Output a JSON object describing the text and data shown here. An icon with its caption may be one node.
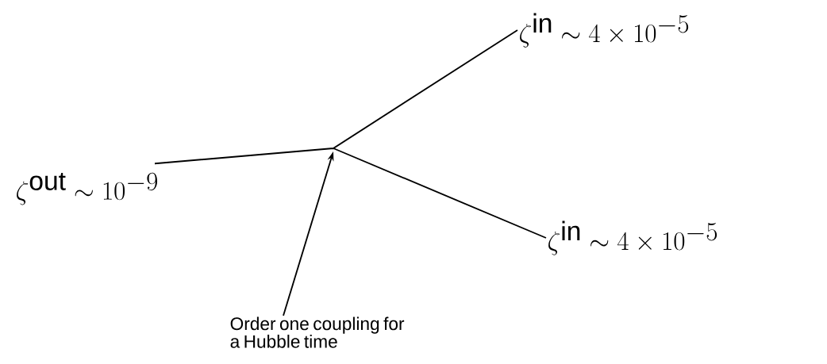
{
  "diagram": {
    "nodes": [
      {
        "text": [
          "\\zeta^{\\rm out} \\sim 10^{-9}"
        ]
      },
      {
        "text": [
          "\\zeta^{\\rm in} \\sim 4 \\times 10^{-5}"
        ]
      },
      {
        "text": [
          "\\zeta^{\\rm in} \\sim 4 \\times 10^{-5}"
        ]
      },
      {
        "text": [
          "Order one coupling for a Hubble time"
        ]
      }
    ],
    "edges": [
      {
        "from": 0,
        "to": 1,
        "arrow": "none"
      },
      {
        "from": 0,
        "to": 2,
        "arrow": "none"
      },
      {
        "from": 3,
        "to": null,
        "arrow": "to"
      }
    ]
  }
}
